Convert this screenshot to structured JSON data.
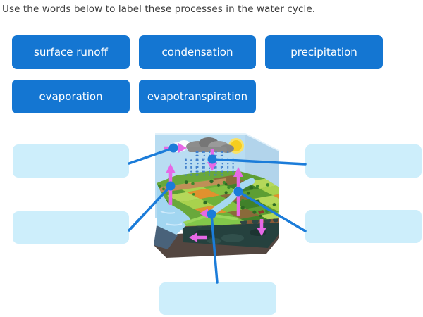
{
  "title": "Use the words below to label these processes in the water cycle.",
  "word_bank": {
    "words": [
      {
        "label": "surface runoff"
      },
      {
        "label": "condensation"
      },
      {
        "label": "precipitation"
      },
      {
        "label": "evaporation"
      },
      {
        "label": "evapotranspiration"
      }
    ]
  },
  "diagram": {
    "type": "water-cycle-illustration",
    "answer_slots": [
      {
        "id": "slot-top-left",
        "value": ""
      },
      {
        "id": "slot-middle-left",
        "value": ""
      },
      {
        "id": "slot-top-right",
        "value": ""
      },
      {
        "id": "slot-bottom-right",
        "value": ""
      },
      {
        "id": "slot-bottom-center",
        "value": ""
      }
    ],
    "illustration_elements": [
      "sun",
      "white cloud",
      "gray rain cloud",
      "falling rain",
      "farm fields",
      "river",
      "sea",
      "underground soil cross-section",
      "process arrows"
    ],
    "colors": {
      "word_tile_bg": "#1476d2",
      "word_tile_text": "#ffffff",
      "slot_bg": "#cdeefb",
      "connector": "#1b7cd9",
      "arrow": "#e668e6",
      "sky_front": "#b9ddf2",
      "sky_side": "#b2d4eb",
      "sea": "#a2d6f1",
      "river": "#a6d8f1",
      "land_base": "#69a83b",
      "field_palette": [
        "#5d9e33",
        "#84c043",
        "#a9d24d",
        "#41812a",
        "#6fb13a",
        "#b5d85a",
        "#8a6a3a",
        "#e0912e"
      ]
    }
  }
}
